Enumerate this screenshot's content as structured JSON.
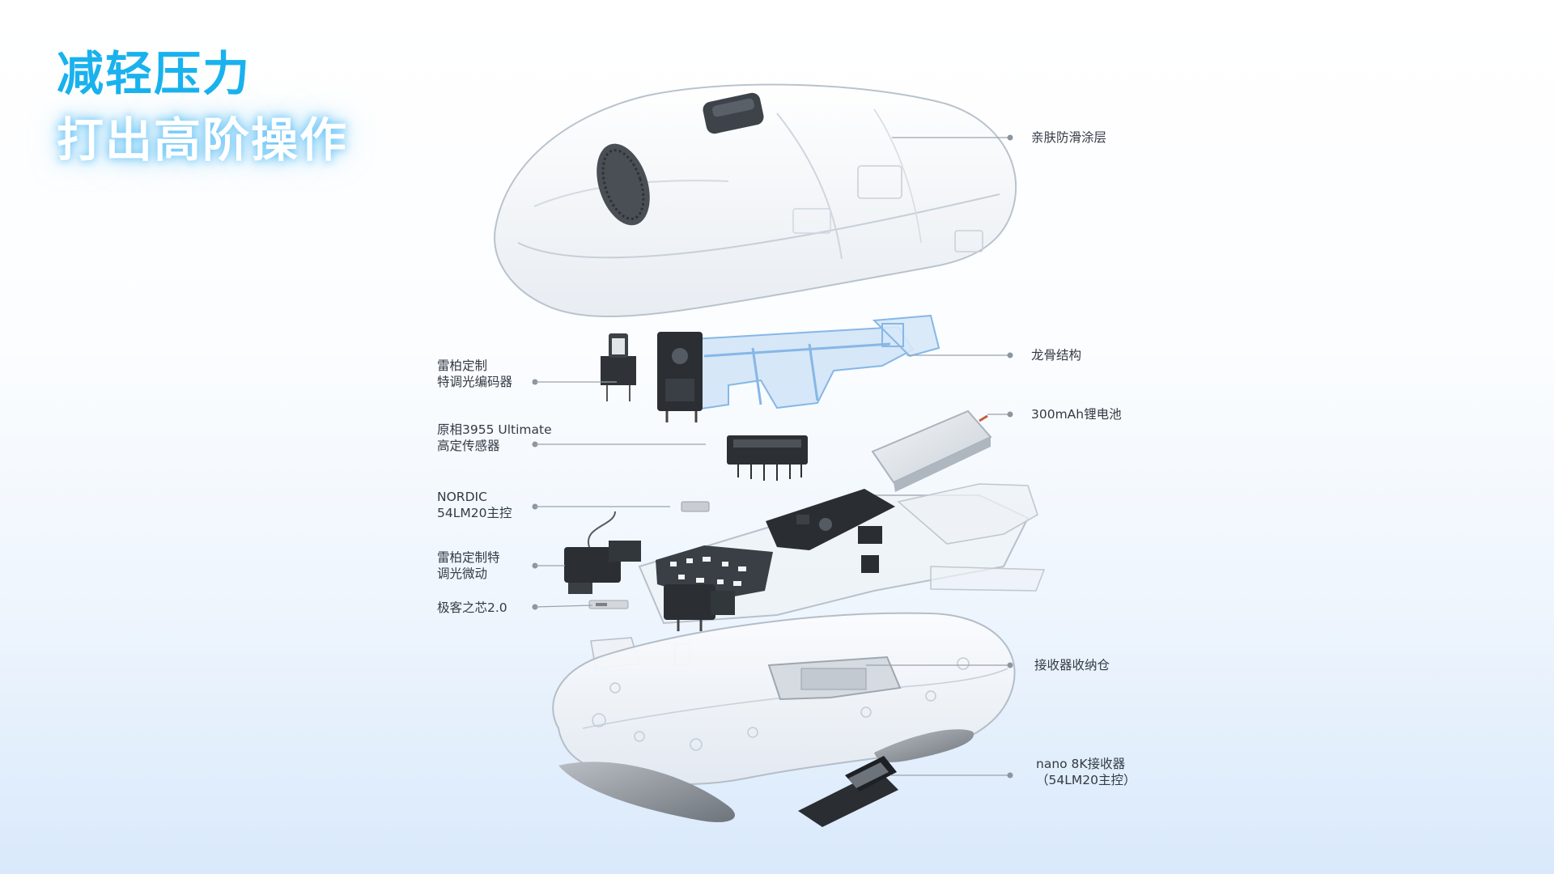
{
  "headline": {
    "line1": "减轻压力",
    "line2": "打出高阶操作"
  },
  "colors": {
    "headline_accent": "#19b2ee",
    "headline_glow": "#7ccdf7",
    "skeleton_blue": "#9cc8f0",
    "leader_line": "#9aa3ad",
    "label_text": "#333a44"
  },
  "callouts": {
    "skin_coating": "亲肤防滑涂层",
    "skeleton": "龙骨结构",
    "battery": "300mAh锂电池",
    "receiver_bay": "接收器收纳仓",
    "receiver": {
      "line1": "nano 8K接收器",
      "line2": "（54LM20主控）"
    },
    "encoder": {
      "line1": "雷柏定制",
      "line2": "特调光编码器"
    },
    "sensor": {
      "line1": "原相3955 Ultimate",
      "line2": "高定传感器"
    },
    "mcu": {
      "line1": "NORDIC",
      "line2": "54LM20主控"
    },
    "switch": {
      "line1": "雷柏定制特",
      "line2": "调光微动"
    },
    "core_chip": "极客之芯2.0"
  }
}
